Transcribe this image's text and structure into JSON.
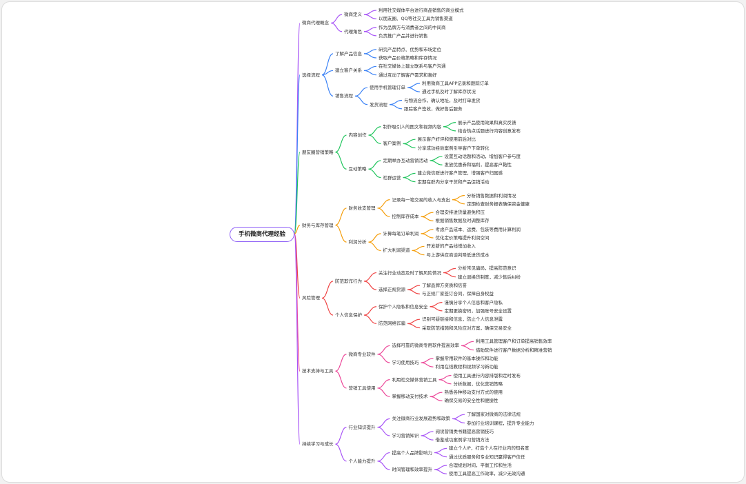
{
  "root": "手机微商代理经验",
  "branches": [
    {
      "label": "微商代理概念",
      "color": "#a855f7",
      "children": [
        {
          "label": "微商定义",
          "children": [
            {
              "label": "利用社交媒体平台进行商品销售的商业模式"
            },
            {
              "label": "以朋友圈、QQ等社交工具为销售渠道"
            }
          ]
        },
        {
          "label": "代理角色",
          "children": [
            {
              "label": "作为品牌方与消费者之间的中间商"
            },
            {
              "label": "负责推广产品并进行销售"
            }
          ]
        }
      ]
    },
    {
      "label": "选择流程",
      "color": "#3b82f6",
      "children": [
        {
          "label": "了解产品信息",
          "children": [
            {
              "label": "研究产品特点、优势和市场定位"
            },
            {
              "label": "获取产品价格策略和库存情况"
            }
          ]
        },
        {
          "label": "建立客户关系",
          "children": [
            {
              "label": "在社交媒体上建立联系与客户沟通"
            },
            {
              "label": "通过互动了解客户需求和喜好"
            }
          ]
        },
        {
          "label": "销售流程",
          "children": [
            {
              "label": "使用手机管理订单",
              "children": [
                {
                  "label": "利用微商工具APP记录和跟踪订单"
                },
                {
                  "label": "通过手机及时了解库存状况"
                }
              ]
            },
            {
              "label": "发货流程",
              "children": [
                {
                  "label": "与物流合作，确认地址，及时打单发货"
                },
                {
                  "label": "跟踪客户签收，做好售后服务"
                }
              ]
            }
          ]
        }
      ]
    },
    {
      "label": "朋友圈营销策略",
      "color": "#22c55e",
      "children": [
        {
          "label": "内容创作",
          "children": [
            {
              "label": "制作吸引人的图文和视频内容",
              "children": [
                {
                  "label": "展示产品使用效果和真实反馈"
                },
                {
                  "label": "结合热点话题进行内容创意发布"
                }
              ]
            },
            {
              "label": "客户案例",
              "children": [
                {
                  "label": "展示客户好评和使用前后对比"
                },
                {
                  "label": "分享成功经验案例引导客户下单转化"
                }
              ]
            }
          ]
        },
        {
          "label": "互动策略",
          "children": [
            {
              "label": "定期举办互动营销活动",
              "children": [
                {
                  "label": "设置互动话题和活动，增加客户参与度"
                },
                {
                  "label": "发放优惠券和福利，提高客户黏性"
                }
              ]
            },
            {
              "label": "社群运营",
              "children": [
                {
                  "label": "建立微信群进行客户管理，增强客户归属感"
                },
                {
                  "label": "定期在群内分享干货和产品促销活动"
                }
              ]
            }
          ]
        }
      ]
    },
    {
      "label": "财务与库存管理",
      "color": "#f59e0b",
      "children": [
        {
          "label": "财务收支管理",
          "children": [
            {
              "label": "记录每一笔交易的收入与支出",
              "children": [
                {
                  "label": "分析销售数据和利润情况"
                },
                {
                  "label": "定期检查财务报表确保资金健康"
                }
              ]
            },
            {
              "label": "控制库存成本",
              "children": [
                {
                  "label": "合理安排进货量避免积压"
                },
                {
                  "label": "根据销售数据及时调整库存"
                }
              ]
            }
          ]
        },
        {
          "label": "利润分析",
          "children": [
            {
              "label": "计算每笔订单利润",
              "children": [
                {
                  "label": "考虑产品成本、运费、包装等费用计算利润"
                },
                {
                  "label": "优化定价策略提升利润空间"
                }
              ]
            },
            {
              "label": "扩大利润渠道",
              "children": [
                {
                  "label": "开发新的产品线增加收入"
                },
                {
                  "label": "与上游供应商谈判降低进货成本"
                }
              ]
            }
          ]
        }
      ]
    },
    {
      "label": "风险管理",
      "color": "#ef4444",
      "children": [
        {
          "label": "防范欺诈行为",
          "children": [
            {
              "label": "关注行业动态及时了解风险情况",
              "children": [
                {
                  "label": "分析常见骗局，提高防范意识"
                },
                {
                  "label": "建立退换货制度，减少售后纠纷"
                }
              ]
            },
            {
              "label": "选择正规货源",
              "children": [
                {
                  "label": "了解品牌方资质和信誉"
                },
                {
                  "label": "与正规厂家签订合同，保障自身权益"
                }
              ]
            }
          ]
        },
        {
          "label": "个人信息保护",
          "children": [
            {
              "label": "保护个人隐私和信息安全",
              "children": [
                {
                  "label": "谨慎分享个人信息和客户隐私"
                },
                {
                  "label": "定期更换密码，加强账号安全设置"
                }
              ]
            },
            {
              "label": "防范网络诈骗",
              "children": [
                {
                  "label": "识别可疑链接和信息，防止个人信息泄露"
                },
                {
                  "label": "采取防范措施和风险应对方案，确保交易安全"
                }
              ]
            }
          ]
        }
      ]
    },
    {
      "label": "技术支持与工具",
      "color": "#ec4899",
      "children": [
        {
          "label": "微商专业软件",
          "children": [
            {
              "label": "选择可靠的微商专用软件提高效率",
              "children": [
                {
                  "label": "利用工具管理客户和订单提高销售效率"
                },
                {
                  "label": "借助软件进行客户数据分析和精准营销"
                }
              ]
            },
            {
              "label": "学习使用技巧",
              "children": [
                {
                  "label": "掌握常用软件的基本操作和功能"
                },
                {
                  "label": "利用在线教程和视频学习新功能"
                }
              ]
            }
          ]
        },
        {
          "label": "营销工具使用",
          "children": [
            {
              "label": "利用社交媒体营销工具",
              "children": [
                {
                  "label": "使用工具进行内容排版和定时发布"
                },
                {
                  "label": "分析数据，优化营销策略"
                }
              ]
            },
            {
              "label": "掌握移动支付技术",
              "children": [
                {
                  "label": "熟悉各种移动支付方式的使用"
                },
                {
                  "label": "确保交易的安全性和便捷性"
                }
              ]
            }
          ]
        }
      ]
    },
    {
      "label": "持续学习与成长",
      "color": "#a855f7",
      "children": [
        {
          "label": "行业知识提升",
          "children": [
            {
              "label": "关注微商行业发展趋势和政策",
              "children": [
                {
                  "label": "了解国家对微商的法律法规"
                },
                {
                  "label": "参加行业培训课程，提升专业能力"
                }
              ]
            },
            {
              "label": "学习营销知识",
              "children": [
                {
                  "label": "阅读营销类书籍提高营销技巧"
                },
                {
                  "label": "借鉴成功案例学习营销方法"
                }
              ]
            }
          ]
        },
        {
          "label": "个人能力提升",
          "children": [
            {
              "label": "提高个人品牌影响力",
              "children": [
                {
                  "label": "建立个人IP，打造个人在行业内的知名度"
                },
                {
                  "label": "通过优质服务和专业知识赢得客户信任"
                }
              ]
            },
            {
              "label": "时间管理和效率提升",
              "children": [
                {
                  "label": "合理规划时间，平衡工作和生活"
                },
                {
                  "label": "使用工具提高工作效率，减少无效沟通"
                }
              ]
            }
          ]
        }
      ]
    }
  ]
}
